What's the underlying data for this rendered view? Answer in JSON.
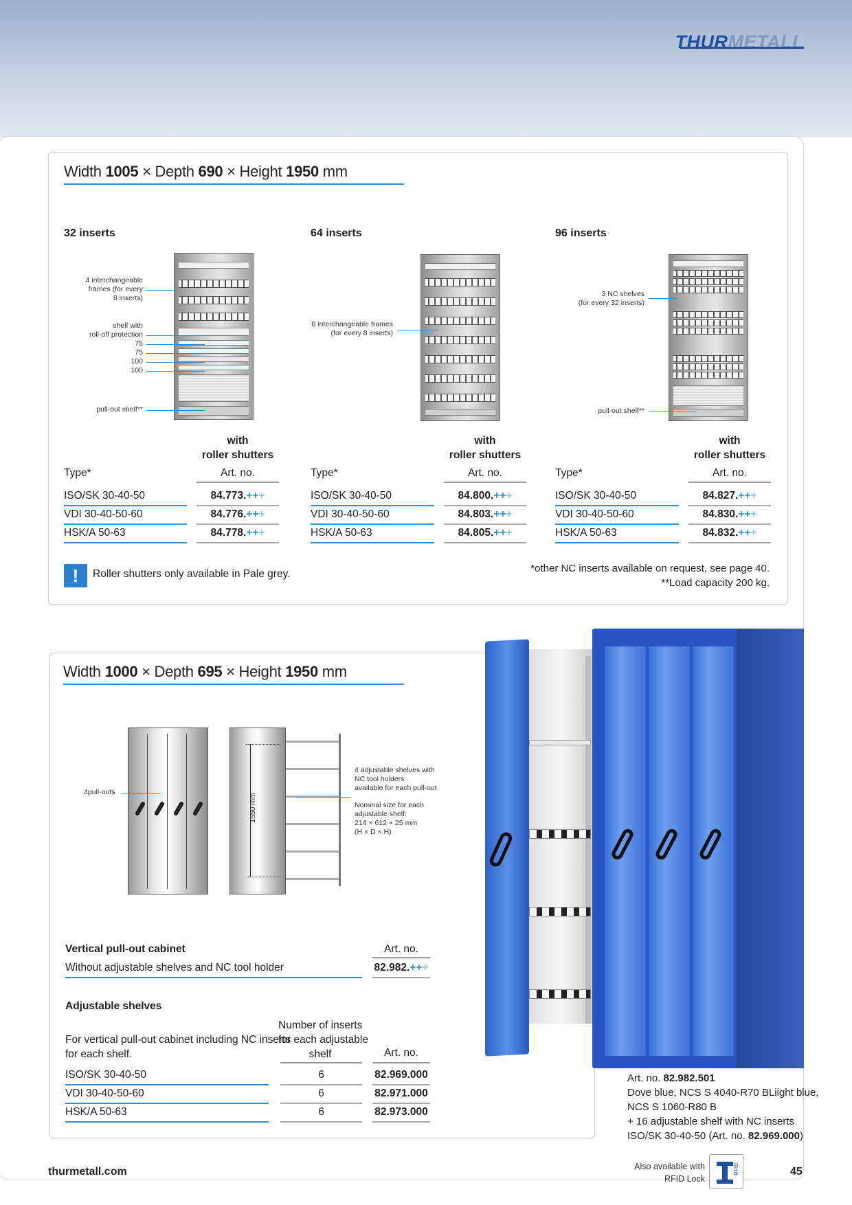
{
  "brand": {
    "logo_part1": "THUR",
    "logo_part2": "METALL",
    "website": "thurmetall.com",
    "page_number": "45"
  },
  "section1": {
    "heading": {
      "w_label": "Width",
      "w": "1005",
      "d_label": "Depth",
      "d": "690",
      "h_label": "Height",
      "h": "1950",
      "unit": "mm",
      "times": "×"
    },
    "columns": [
      {
        "title": "32 inserts",
        "callouts": [
          "4 interchangeable",
          "frames (for every",
          "8 inserts)",
          "shelf with",
          "roll-off protection",
          "75",
          "75",
          "100",
          "100",
          "pull-out shelf**"
        ],
        "art_header_line1": "with",
        "art_header_line2": "roller shutters",
        "type_label": "Type*",
        "art_label": "Art. no.",
        "rows": [
          {
            "type": "ISO/SK 30-40-50",
            "art": "84.773."
          },
          {
            "type": "VDI 30-40-50-60",
            "art": "84.776."
          },
          {
            "type": "HSK/A 50-63",
            "art": "84.778."
          }
        ]
      },
      {
        "title": "64 inserts",
        "callouts": [
          "8 interchangeable frames",
          "(for every 8 inserts)"
        ],
        "art_header_line1": "with",
        "art_header_line2": "roller shutters",
        "type_label": "Type*",
        "art_label": "Art. no.",
        "rows": [
          {
            "type": "ISO/SK 30-40-50",
            "art": "84.800."
          },
          {
            "type": "VDI 30-40-50-60",
            "art": "84.803."
          },
          {
            "type": "HSK/A 50-63",
            "art": "84.805."
          }
        ]
      },
      {
        "title": "96 inserts",
        "callouts": [
          "3 NC shelves",
          "(for every 32 inserts)",
          "pull-out shelf**"
        ],
        "art_header_line1": "with",
        "art_header_line2": "roller shutters",
        "type_label": "Type*",
        "art_label": "Art. no.",
        "rows": [
          {
            "type": "ISO/SK 30-40-50",
            "art": "84.827."
          },
          {
            "type": "VDI 30-40-50-60",
            "art": "84.830."
          },
          {
            "type": "HSK/A 50-63",
            "art": "84.832."
          }
        ]
      }
    ],
    "plus_a": "+",
    "plus_b": "+",
    "plus_c": "+",
    "notice_icon": "!",
    "notice": "Roller shutters only available in Pale grey.",
    "footnote1": "*other NC inserts available on request, see page 40.",
    "footnote2": "**Load capacity 200 kg."
  },
  "section2": {
    "heading": {
      "w_label": "Width",
      "w": "1000",
      "d_label": "Depth",
      "d": "695",
      "h_label": "Height",
      "h": "1950",
      "unit": "mm",
      "times": "×"
    },
    "pullouts_label": "4pull-outs",
    "dimension_label": "1550 mm",
    "shelf_note": [
      "4 adjustable shelves with",
      "NC tool holders",
      "available for each pull-out"
    ],
    "nominal_note": [
      "Nominal size for each",
      "adjustable shelf:",
      "214 × 612 × 25 mm",
      "(H × D × H)"
    ],
    "cabinet": {
      "title": "Vertical pull-out cabinet",
      "art_label": "Art. no.",
      "row_text": "Without adjustable shelves and NC tool holder",
      "row_art": "82.982."
    },
    "shelves": {
      "title": "Adjustable shelves",
      "desc": [
        "For vertical pull-out cabinet including NC inserts",
        "for each shelf."
      ],
      "count_header": [
        "Number of inserts",
        "for each adjustable",
        "shelf"
      ],
      "art_label": "Art. no.",
      "rows": [
        {
          "type": "ISO/SK 30-40-50",
          "count": "6",
          "art": "82.969.000"
        },
        {
          "type": "VDI 30-40-50-60",
          "count": "6",
          "art": "82.971.000"
        },
        {
          "type": "HSK/A 50-63",
          "count": "6",
          "art": "82.973.000"
        }
      ]
    },
    "caption": {
      "l1_prefix": "Art. no.",
      "l1_bold": "82.982.501",
      "l2": "Dove blue, NCS S 4040-R70 BLiight blue,",
      "l3": "NCS S 1060-R80 B",
      "l4": "+ 16 adjustable shelf with NC inserts",
      "l5_prefix": "ISO/SK 30-40-50 (Art. no.",
      "l5_bold": "82.969.000",
      "l5_suffix": ")"
    },
    "rfid": {
      "line1": "Also available with",
      "line2": "RFID Lock",
      "badge": "RFID"
    }
  },
  "colors": {
    "accent": "#2d8fd5",
    "brand_blue": "#1f4fa0",
    "cabinet_blue": "#3d6fd6"
  }
}
